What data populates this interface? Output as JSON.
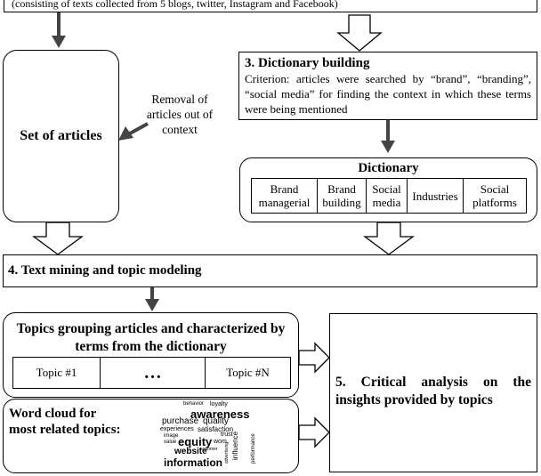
{
  "top_box": {
    "text": "(consisting of texts collected from 5 blogs, twitter, Instagram and Facebook)"
  },
  "set_of_articles": {
    "label": "Set of articles"
  },
  "removal_note": {
    "lines": [
      "Removal of",
      "articles out of",
      "context"
    ]
  },
  "dictionary_building": {
    "title": "3. Dictionary building",
    "criterion": "Criterion: articles were searched by “brand”, “branding”, “social media” for finding the context in which these terms were being mentioned"
  },
  "dictionary": {
    "title": "Dictionary",
    "cells": [
      "Brand managerial",
      "Brand building",
      "Social media",
      "Industries",
      "Social platforms"
    ]
  },
  "text_mining": {
    "title": "4. Text mining and topic modeling"
  },
  "topics": {
    "title": "Topics grouping articles and characterized by terms from the dictionary",
    "cells": [
      "Topic #1",
      "…",
      "Topic #N"
    ]
  },
  "word_cloud": {
    "title_line1": "Word cloud for",
    "title_line2": "most related topics:",
    "words": [
      "behavior",
      "loyalty",
      "awareness",
      "purchase",
      "quality",
      "experiences",
      "satisfaction",
      "trust",
      "image",
      "value",
      "equity",
      "wom",
      "website",
      "information",
      "influence",
      "performance",
      "advertising",
      "customer"
    ]
  },
  "critical_analysis": {
    "text": "5. Critical analysis on the insights provided by topics"
  }
}
